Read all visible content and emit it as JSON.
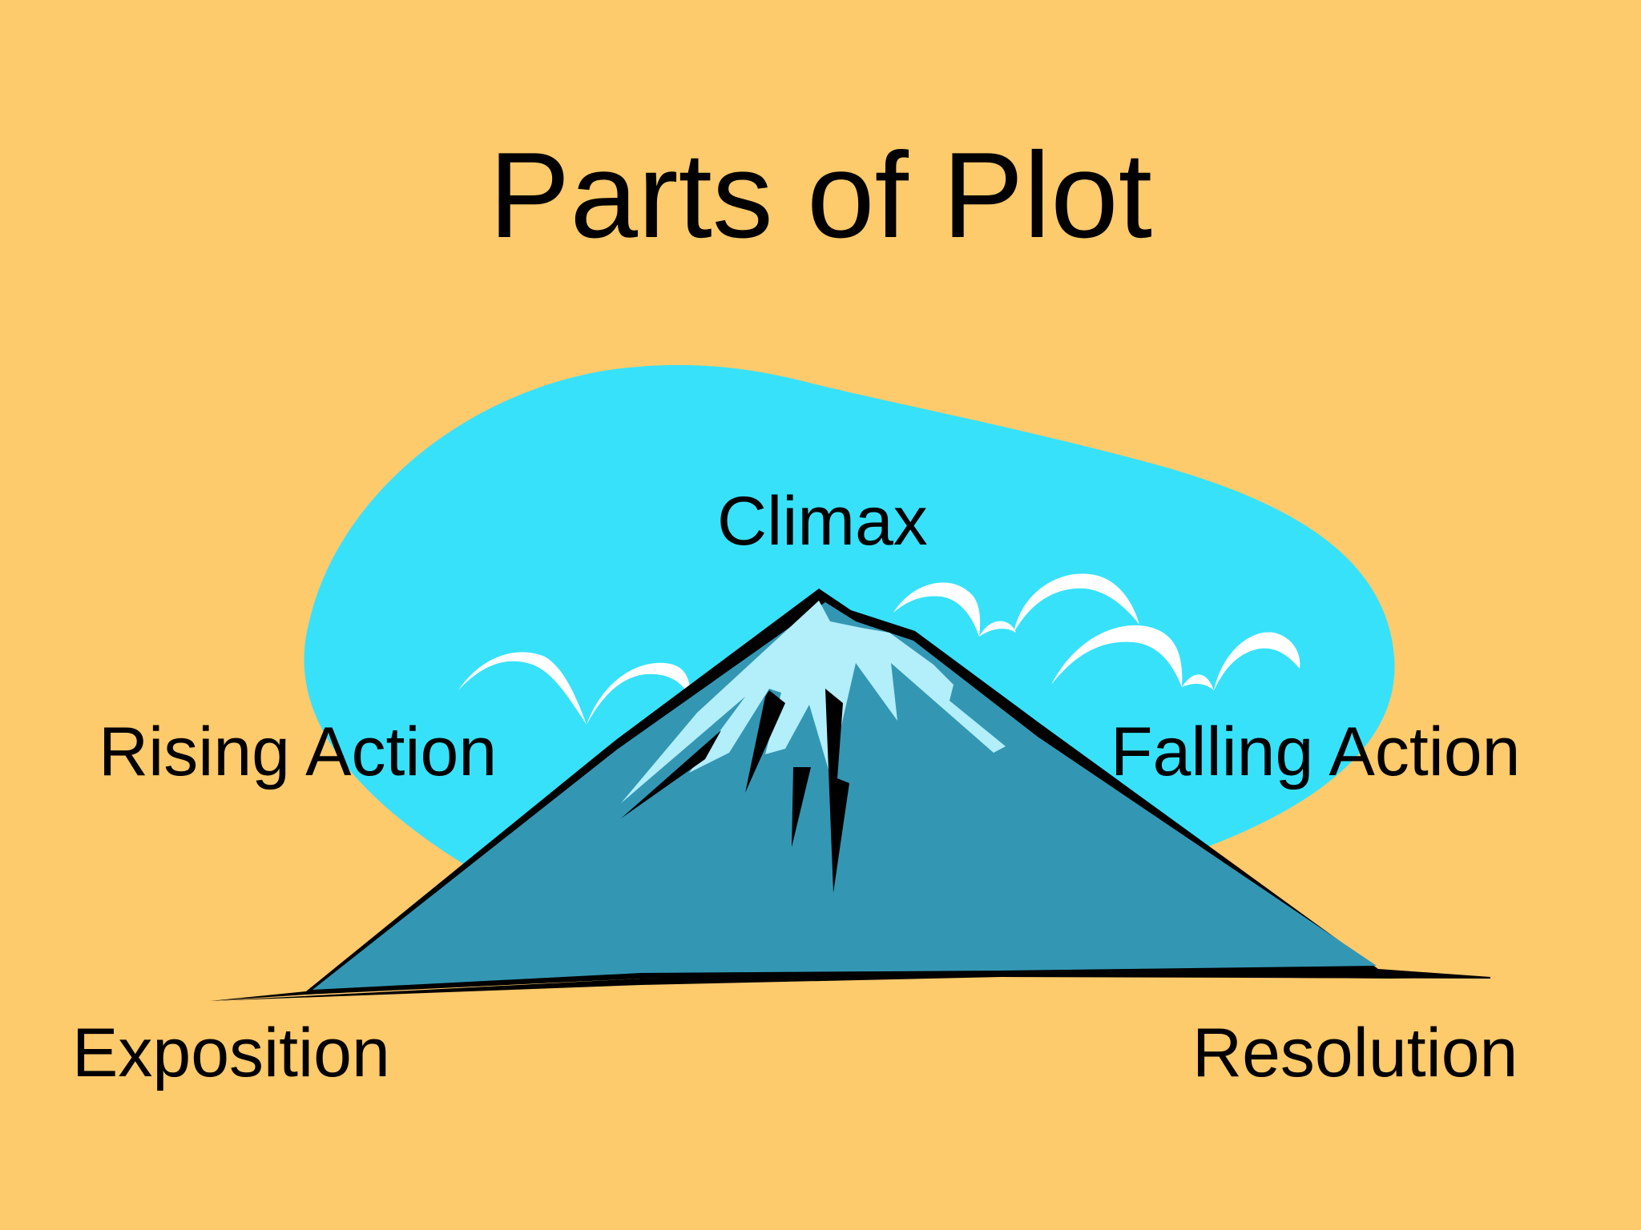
{
  "slide": {
    "title": "Parts of Plot",
    "background_color": "#FDCA6C",
    "sky_color": "#38E1FA",
    "mountain_color": "#3397B4",
    "snow_color": "#B3EEFB",
    "outline_color": "#000000"
  },
  "labels": {
    "climax": "Climax",
    "rising_action": "Rising Action",
    "falling_action": "Falling Action",
    "exposition": "Exposition",
    "resolution": "Resolution"
  }
}
